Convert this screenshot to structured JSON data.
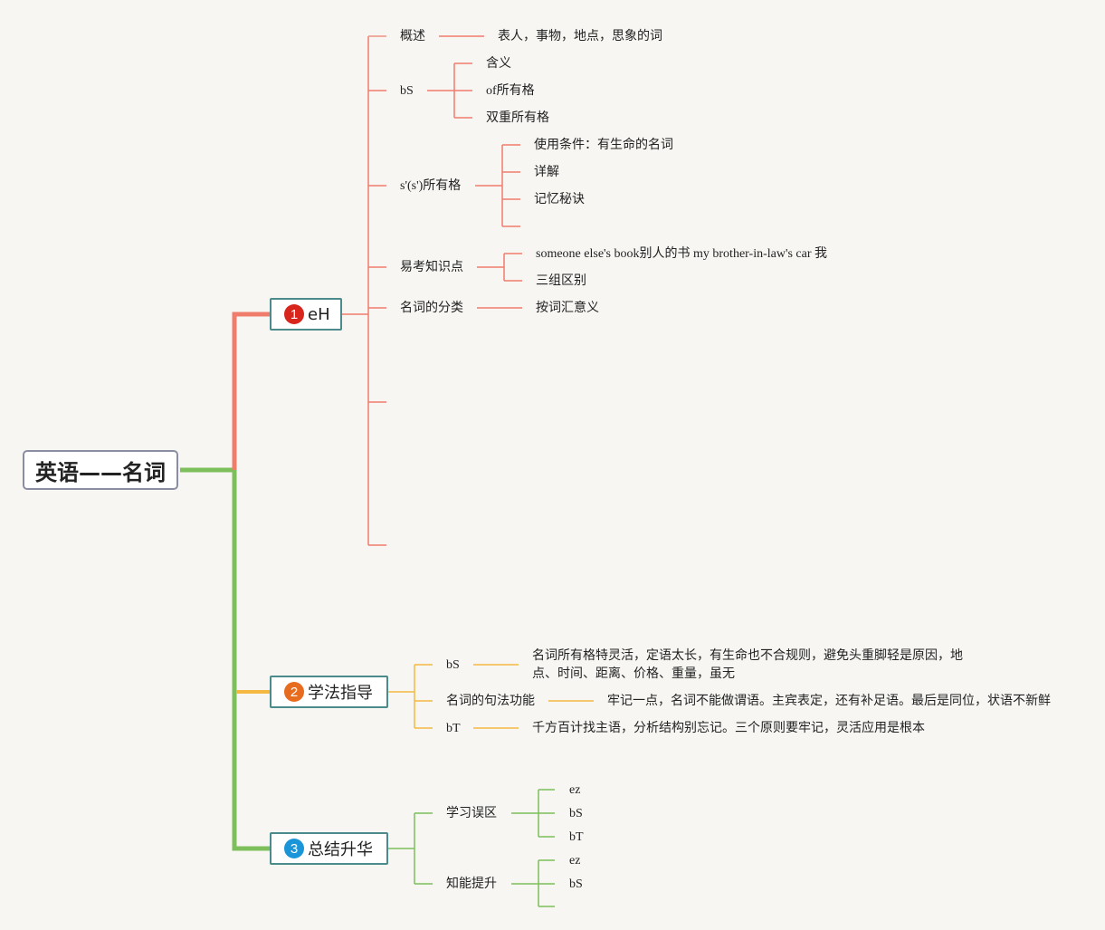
{
  "root": "英语——名词",
  "colors": {
    "branch1": "#f07c6c",
    "branch2": "#f5b942",
    "branch3": "#7dbf5a",
    "badge1": "#d9261c",
    "badge2": "#e86c1f",
    "badge3": "#1a95d8"
  },
  "branches": [
    {
      "badge": "1",
      "label": "eH",
      "children": [
        {
          "label": "概述",
          "children": [
            "表人，事物，地点，思象的词"
          ]
        },
        {
          "label": "bS",
          "children": [
            "含义",
            "of所有格",
            "双重所有格"
          ]
        },
        {
          "label": "s'(s')所有格",
          "children": [
            "使用条件：有生命的名词",
            "详解",
            "记忆秘诀",
            ""
          ]
        },
        {
          "label": "易考知识点",
          "children": [
            "someone else's book别人的书 my brother-in-law's car 我",
            "三组区别"
          ]
        },
        {
          "label": "名词的分类",
          "children": [
            "按词汇意义"
          ]
        }
      ]
    },
    {
      "badge": "2",
      "label": "学法指导",
      "children": [
        {
          "label": "bS",
          "children": [
            "名词所有格特灵活，定语太长，有生命也不合规则，避免头重脚轻是原因，地点、时间、距离、价格、重量，虽无"
          ]
        },
        {
          "label": "名词的句法功能",
          "children": [
            "牢记一点，名词不能做谓语。主宾表定，还有补足语。最后是同位，状语不新鲜"
          ]
        },
        {
          "label": "bT",
          "children": [
            "千方百计找主语，分析结构别忘记。三个原则要牢记，灵活应用是根本"
          ]
        }
      ]
    },
    {
      "badge": "3",
      "label": "总结升华",
      "children": [
        {
          "label": "学习误区",
          "children": [
            "ez",
            "bS",
            "bT"
          ]
        },
        {
          "label": "知能提升",
          "children": [
            "ez",
            "bS",
            ""
          ]
        }
      ]
    }
  ]
}
